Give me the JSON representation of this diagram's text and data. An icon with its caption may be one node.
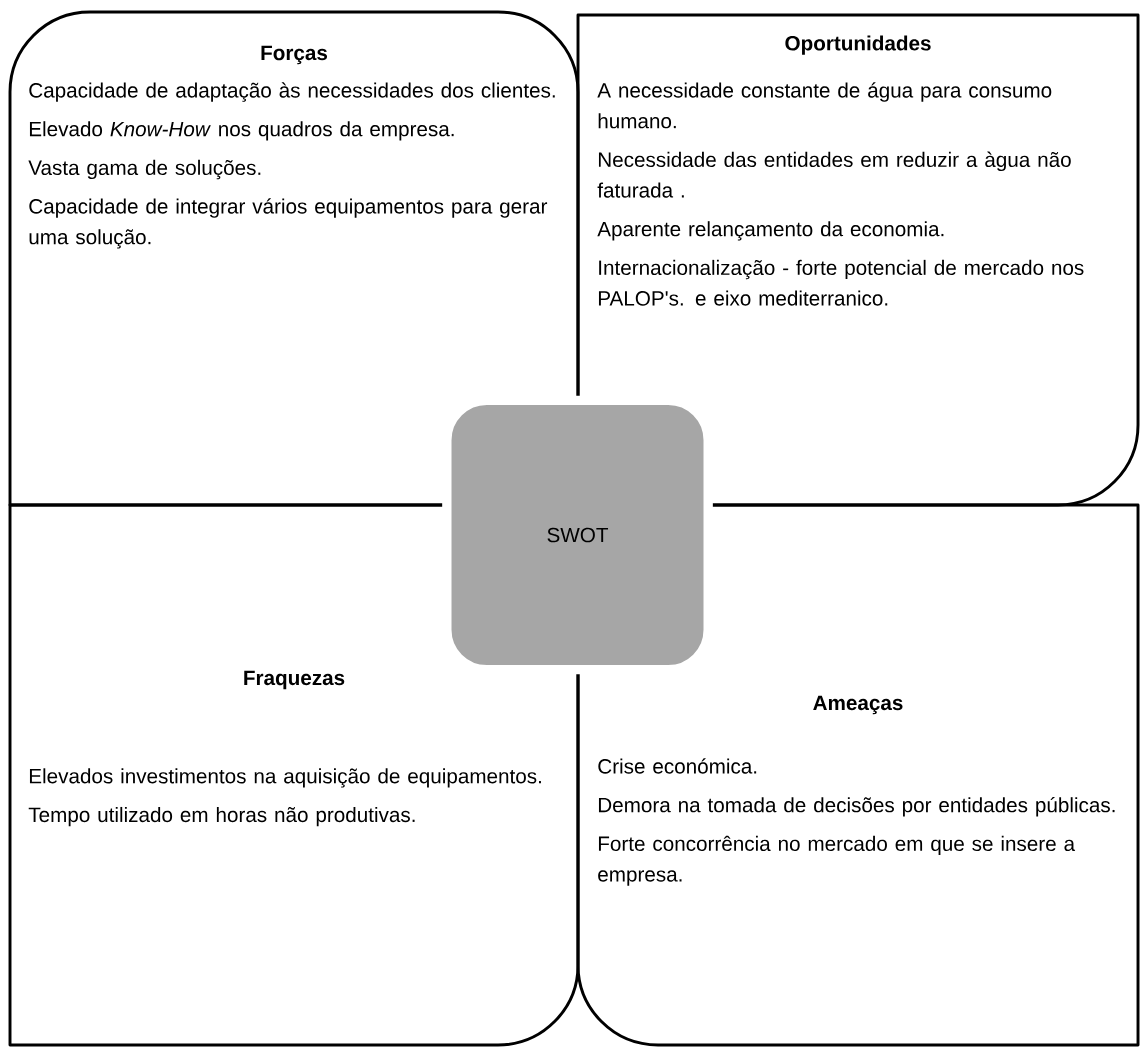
{
  "diagram": {
    "nodes": [
      {
        "text": [
          "Forças",
          "Capacidade de adaptação às necessidades dos clientes.",
          "Elevado *Know-How* nos quadros da empresa.",
          "Vasta gama de soluções.",
          "Capacidade de integrar vários equipamentos para gerar uma solução."
        ]
      },
      {
        "text": [
          "Oportunidades",
          "A necessidade constante de água para consumo humano.",
          "Necessidade das entidades em reduzir a àgua não faturada .",
          "Aparente relançamento da economia.",
          "Internacionalização - forte potencial de mercado nos PALOP's. e eixo mediterranico."
        ]
      },
      {
        "text": [
          "Fraquezas",
          "Elevados investimentos na aquisição de equipamentos.",
          "Tempo utilizado em horas não produtivas."
        ]
      },
      {
        "text": [
          "Ameaças",
          "Crise económica.",
          "Demora na tomada de decisões por entidades públicas.",
          "Forte concorrência no mercado em que se insere a empresa."
        ]
      },
      {
        "text": [
          "SWOT"
        ]
      }
    ]
  }
}
